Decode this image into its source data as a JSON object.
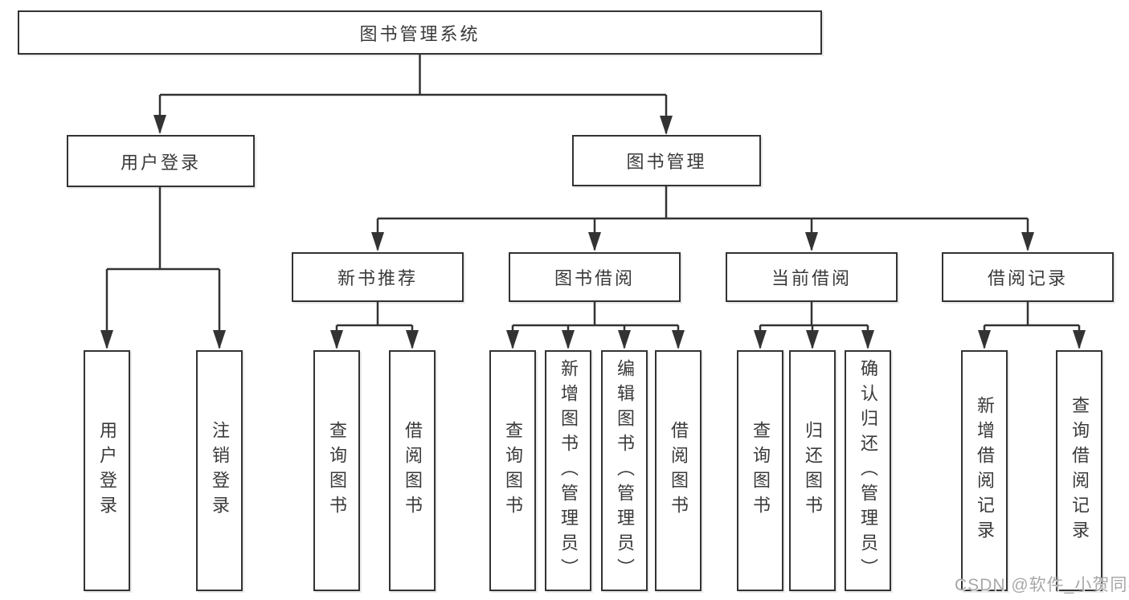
{
  "tree": {
    "label": "图书管理系统",
    "children": [
      {
        "label": "用户登录",
        "children": [
          {
            "label": "用户登录"
          },
          {
            "label": "注销登录"
          }
        ]
      },
      {
        "label": "图书管理",
        "children": [
          {
            "label": "新书推荐",
            "children": [
              {
                "label": "查询图书"
              },
              {
                "label": "借阅图书"
              }
            ]
          },
          {
            "label": "图书借阅",
            "children": [
              {
                "label": "查询图书"
              },
              {
                "label": "新增图书（管理员）"
              },
              {
                "label": "编辑图书（管理员）"
              },
              {
                "label": "借阅图书"
              }
            ]
          },
          {
            "label": "当前借阅",
            "children": [
              {
                "label": "查询图书"
              },
              {
                "label": "归还图书"
              },
              {
                "label": "确认归还（管理员）"
              }
            ]
          },
          {
            "label": "借阅记录",
            "children": [
              {
                "label": "新增借阅记录"
              },
              {
                "label": "查询借阅记录"
              }
            ]
          }
        ]
      }
    ]
  },
  "watermark": {
    "text": "CSDN @软件_小贺同学"
  },
  "colors": {
    "line": "#333333",
    "box_border": "#333333",
    "text": "#3a3a3a",
    "watermark": "#a8a8a8",
    "background": "#ffffff"
  }
}
